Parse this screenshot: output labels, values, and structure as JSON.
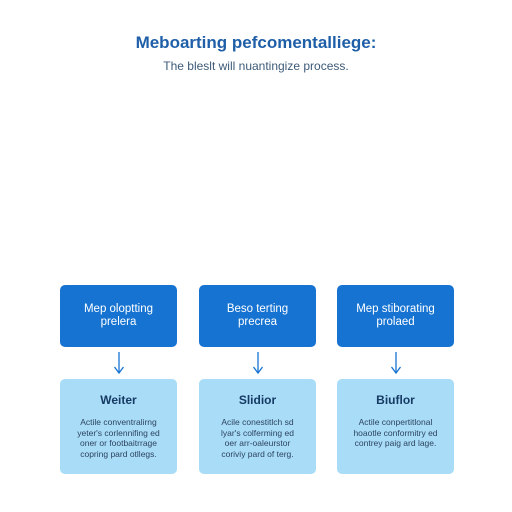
{
  "header": {
    "title": "Meboarting pefcomentalliege:",
    "subtitle": "The bleslt will nuantingize process."
  },
  "colors": {
    "title": "#1f5fa8",
    "top_box": "#1673d1",
    "bottom_box": "#a9dcf7",
    "arrow": "#1673d1"
  },
  "columns": [
    {
      "top_label": "Mep oloptting\nprelera",
      "bottom_title": "Weiter",
      "bottom_text": "Actile conventralirng\nyeter's corlennifing ed\noner or footbaitrrage\ncopring pard otllegs."
    },
    {
      "top_label": "Beso terting\nprecrea",
      "bottom_title": "Slidior",
      "bottom_text": "Acile conestitlch sd\nlyar's colferming ed\noer arr-oaleurstor\ncoriviy pard of terg."
    },
    {
      "top_label": "Mep stiborating\nprolaed",
      "bottom_title": "Biuflor",
      "bottom_text": "Actile conpertitlonal\nhoaotle conformitry ed\ncontrey paig ard lage."
    }
  ]
}
